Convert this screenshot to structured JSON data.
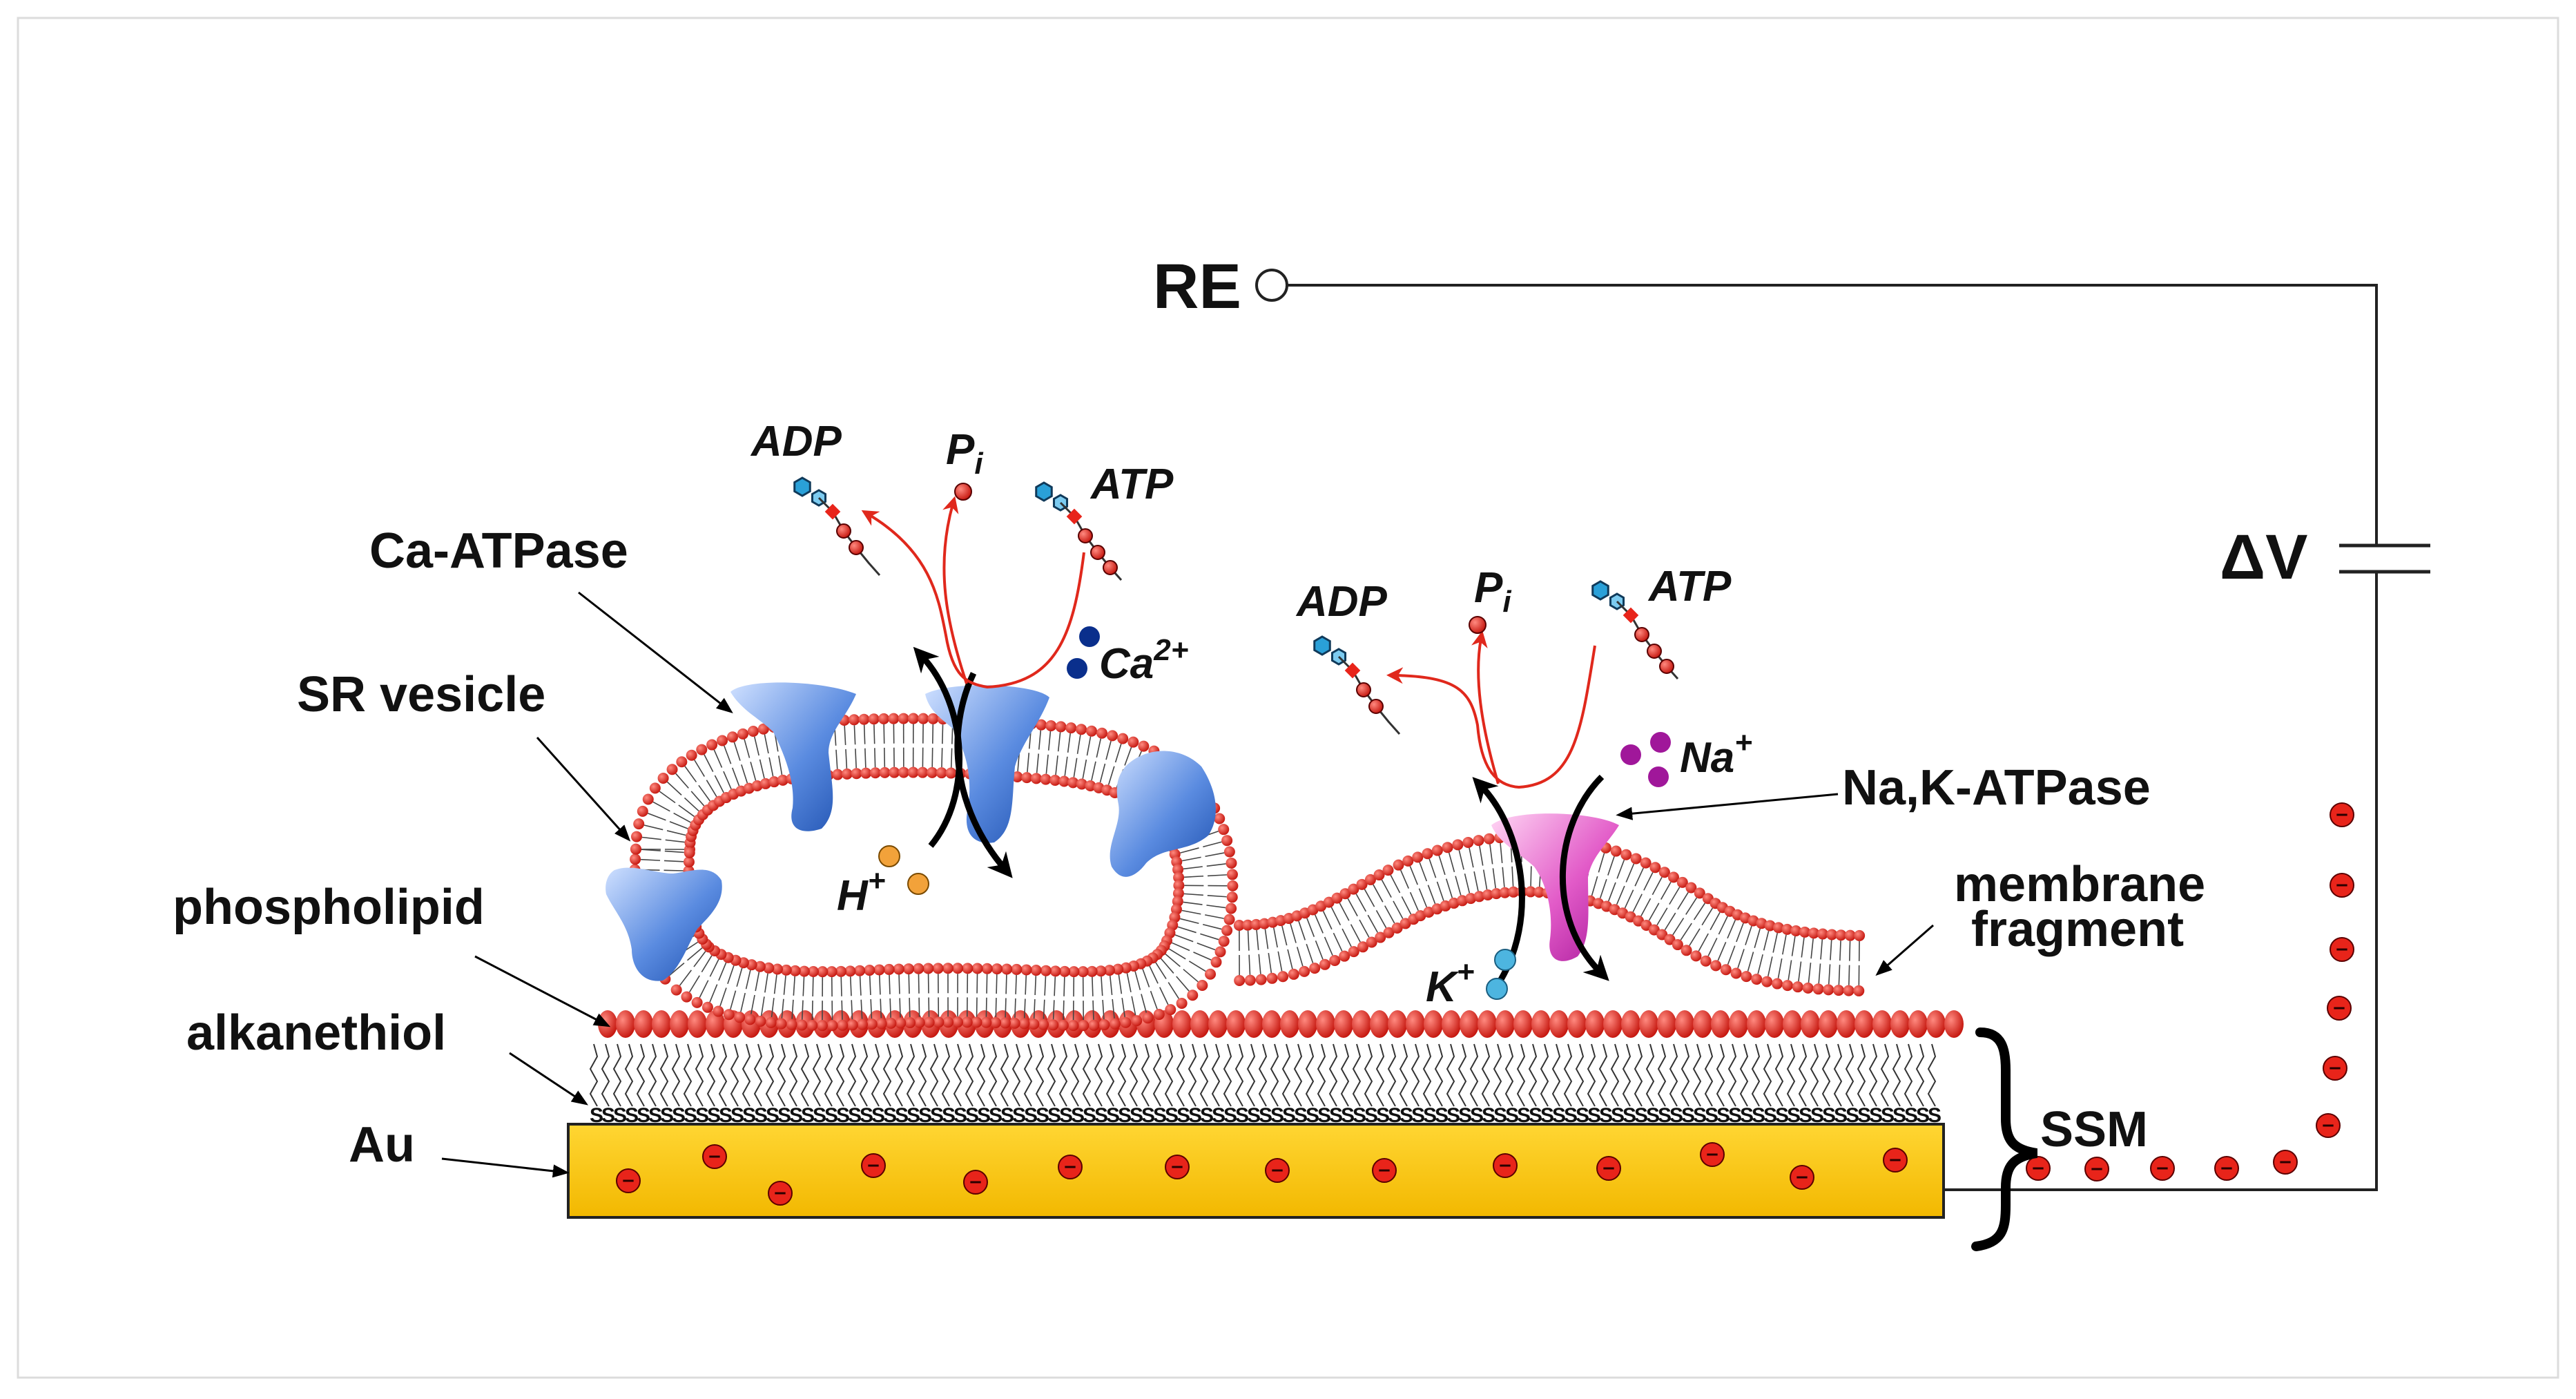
{
  "labels": {
    "re": "RE",
    "delta_v": "ΔV",
    "ca_atpase": "Ca-ATPase",
    "sr_vesicle": "SR vesicle",
    "phospholipid": "phospholipid",
    "alkanethiol": "alkanethiol",
    "au": "Au",
    "ssm": "SSM",
    "nak_atpase": "Na,K-ATPase",
    "membrane_line1": "membrane",
    "membrane_line2": "fragment"
  },
  "chemistry": {
    "left": {
      "adp": "ADP",
      "pi_base": "P",
      "pi_sub": "i",
      "atp": "ATP",
      "ion_base": "Ca",
      "ion_charge": "2+",
      "counter_base": "H",
      "counter_charge": "+"
    },
    "right": {
      "adp": "ADP",
      "pi_base": "P",
      "pi_sub": "i",
      "atp": "ATP",
      "ion_base": "Na",
      "ion_charge": "+",
      "counter_base": "K",
      "counter_charge": "+"
    }
  },
  "colors": {
    "gold": "#FFCC00",
    "lipid_head": "#E8241A",
    "ca_pump": "#3A6FD0",
    "nak_pump": "#E040C0",
    "ca_ion": "#0A2F8C",
    "h_ion": "#F2A23A",
    "na_ion": "#A0179A",
    "k_ion": "#4DB5E0",
    "adp_ring": "#2AA0D8",
    "arrow_red": "#E0281C"
  }
}
